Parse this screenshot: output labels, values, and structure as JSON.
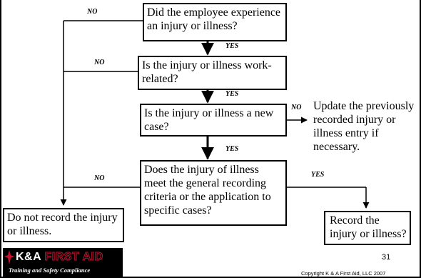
{
  "flowchart": {
    "q1": "Did the employee experience an injury or illness?",
    "q2": "Is the injury or illness work-related?",
    "q3": "Is the injury or illness a new case?",
    "q4": "Does the injury of illness meet the general recording criteria or the application to specific cases?",
    "update": "Update the previously recorded injury or illness entry if necessary.",
    "do_not_record": "Do not record the injury or illness.",
    "record": "Record the injury or illness?",
    "no_label": "NO",
    "yes_label": "YES"
  },
  "footer": {
    "logo_brand": "K&A",
    "logo_accent": "FIRST AID",
    "logo_tagline": "Training and Safety Compliance",
    "page_number": "31",
    "copyright": "Copyright K & A First Aid, LLC 2007"
  }
}
